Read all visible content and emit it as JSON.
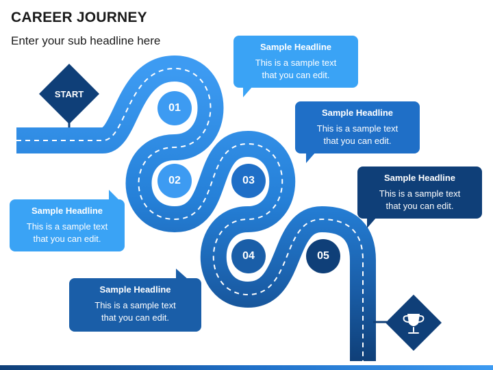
{
  "header": {
    "title": "CAREER JOURNEY",
    "subtitle": "Enter your sub headline here"
  },
  "start_label": "START",
  "finish_icon": "trophy-icon",
  "steps": [
    {
      "number": "01",
      "color": "#3d9bf2"
    },
    {
      "number": "02",
      "color": "#3d9bf2"
    },
    {
      "number": "03",
      "color": "#1f6fc7"
    },
    {
      "number": "04",
      "color": "#1a5ea8"
    },
    {
      "number": "05",
      "color": "#0f3f78"
    }
  ],
  "callouts": [
    {
      "headline": "Sample Headline",
      "line1": "This is a sample text",
      "line2": "that you can edit.",
      "color": "#3aa3f5"
    },
    {
      "headline": "Sample Headline",
      "line1": "This is a sample text",
      "line2": "that you can edit.",
      "color": "#3aa3f5"
    },
    {
      "headline": "Sample Headline",
      "line1": "This is a sample text",
      "line2": "that you can edit.",
      "color": "#1f6fc7"
    },
    {
      "headline": "Sample Headline",
      "line1": "This is a sample text",
      "line2": "that you can edit.",
      "color": "#1a5ea8"
    },
    {
      "headline": "Sample Headline",
      "line1": "This is a sample text",
      "line2": "that you can edit.",
      "color": "#0f3f78"
    }
  ],
  "colors": {
    "road_light": "#3d9bf2",
    "road_mid": "#1f6fc7",
    "road_dark": "#0f3f78",
    "lane_marking": "#ffffff",
    "title_text": "#1a1a1a"
  }
}
